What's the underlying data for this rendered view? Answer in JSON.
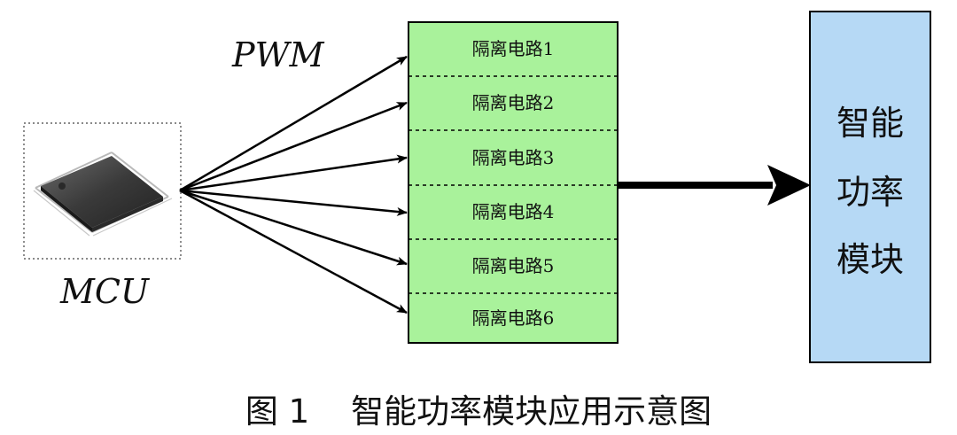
{
  "diagram": {
    "pwm_label": "PWM",
    "mcu_label": "MCU",
    "isolation_circuits": [
      "隔离电路1",
      "隔离电路2",
      "隔离电路3",
      "隔离电路4",
      "隔离电路5",
      "隔离电路6"
    ],
    "ipm_lines": [
      "智能",
      "功率",
      "模块"
    ],
    "caption": "图 1    智能功率模块应用示意图"
  },
  "colors": {
    "isolation_fill": "#a9f29b",
    "ipm_fill": "#b6d9f5",
    "stroke": "#000000"
  },
  "icons": {
    "mcu_chip": "qfp-chip-icon"
  }
}
